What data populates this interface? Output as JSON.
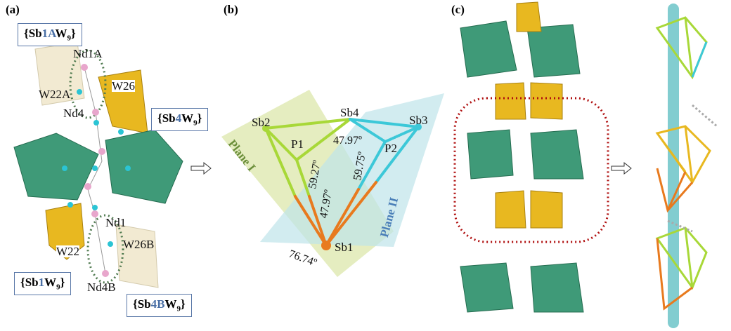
{
  "panels": {
    "a": "(a)",
    "b": "(b)",
    "c": "(c)"
  },
  "panel_a": {
    "boxes": [
      {
        "pre": "{Sb",
        "hl": "1A",
        "w": "W",
        "sub": "9",
        "post": "}"
      },
      {
        "pre": "{Sb",
        "hl": "4",
        "w": "W",
        "sub": "9",
        "post": "}"
      },
      {
        "pre": "{Sb",
        "hl": "1",
        "w": "W",
        "sub": "9",
        "post": "}"
      },
      {
        "pre": "{Sb",
        "hl": "4B",
        "w": "W",
        "sub": "9",
        "post": "}"
      }
    ],
    "atoms": [
      "Nd1A",
      "W26",
      "W22A",
      "Nd4",
      "Nd1",
      "W22",
      "W26B",
      "Nd4B"
    ]
  },
  "panel_b": {
    "atoms": [
      "Sb2",
      "Sb4",
      "Sb3",
      "P1",
      "P2",
      "Sb1"
    ],
    "angles": [
      "47.97º",
      "59.27º",
      "47.97º",
      "59.75º",
      "76.74º"
    ],
    "planes": [
      "Plane I",
      "Plane II"
    ]
  },
  "colors": {
    "green_plane": "#dfe9b0",
    "blue_plane": "#bfe4ea",
    "polyhedra_green": "#3f9a78",
    "polyhedra_gold": "#e8b820",
    "nd": "#e8a6cc",
    "w": "#2bc4d4",
    "bond_orange": "#e87a1e",
    "bond_lime": "#a8d838",
    "bond_cyan": "#3cc8d8",
    "dotted_red": "#b01010",
    "cylinder": "#6cc4c8"
  }
}
